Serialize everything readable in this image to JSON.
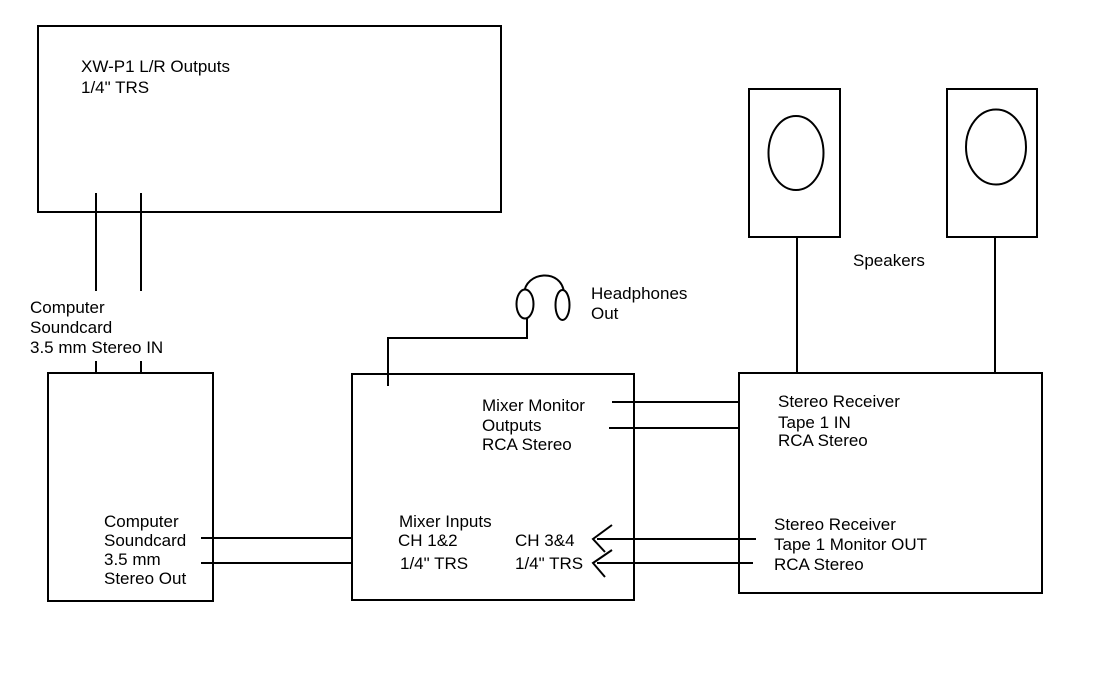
{
  "diagram": {
    "colors": {
      "ink": "#000000",
      "background": "#ffffff"
    },
    "xwp1": {
      "line1": "XW-P1 L/R Outputs",
      "line2": "1/4\" TRS"
    },
    "soundcard_in": {
      "line1": "Computer",
      "line2": "Soundcard",
      "line3": "3.5 mm Stereo IN"
    },
    "soundcard_out": {
      "line1": "Computer",
      "line2": "Soundcard",
      "line3": "3.5 mm",
      "line4": "Stereo Out"
    },
    "headphones": {
      "line1": "Headphones",
      "line2": "Out"
    },
    "mixer_monitor": {
      "line1": "Mixer Monitor",
      "line2": "Outputs",
      "line3": "RCA Stereo"
    },
    "mixer_inputs": {
      "title": "Mixer Inputs",
      "ch12": "CH 1&2",
      "ch12_conn": "1/4\" TRS",
      "ch34": "CH 3&4",
      "ch34_conn": "1/4\" TRS"
    },
    "receiver_tape_in": {
      "line1": "Stereo Receiver",
      "line2": "Tape 1 IN",
      "line3": "RCA Stereo"
    },
    "receiver_tape_out": {
      "line1": "Stereo Receiver",
      "line2": "Tape 1 Monitor OUT",
      "line3": "RCA Stereo"
    },
    "speakers_label": "Speakers"
  }
}
